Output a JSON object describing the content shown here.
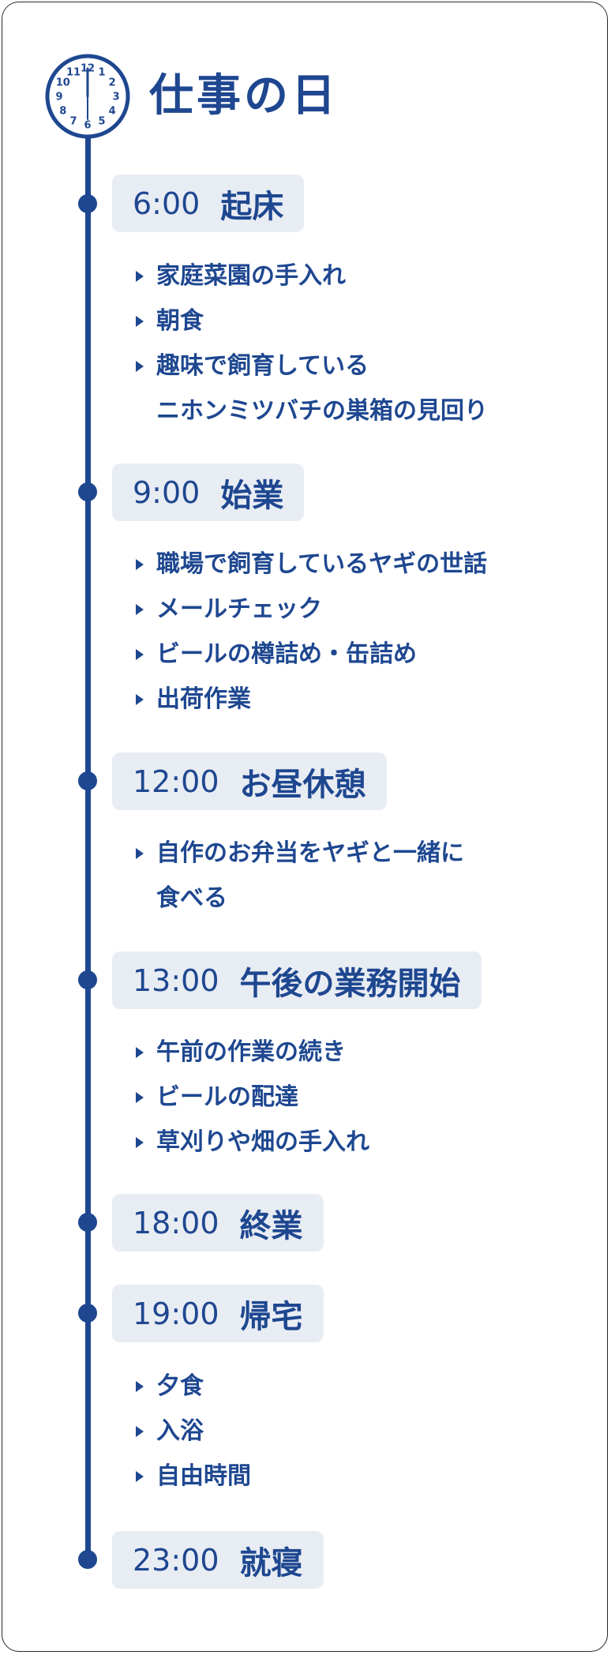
{
  "header": {
    "title": "仕事の日"
  },
  "clock": {
    "numbers": [
      "12",
      "1",
      "2",
      "3",
      "4",
      "5",
      "6",
      "7",
      "8",
      "9",
      "10",
      "11"
    ]
  },
  "schedule": [
    {
      "time": "6:00",
      "label": "起床",
      "items": [
        [
          "家庭菜園の手入れ"
        ],
        [
          "朝食"
        ],
        [
          "趣味で飼育している",
          "ニホンミツバチの巣箱の見回り"
        ]
      ]
    },
    {
      "time": "9:00",
      "label": "始業",
      "items": [
        [
          "職場で飼育しているヤギの世話"
        ],
        [
          "メールチェック"
        ],
        [
          "ビールの樽詰め・缶詰め"
        ],
        [
          "出荷作業"
        ]
      ]
    },
    {
      "time": "12:00",
      "label": "お昼休憩",
      "items": [
        [
          "自作のお弁当をヤギと一緒に",
          "食べる"
        ]
      ]
    },
    {
      "time": "13:00",
      "label": "午後の業務開始",
      "items": [
        [
          "午前の作業の続き"
        ],
        [
          "ビールの配達"
        ],
        [
          "草刈りや畑の手入れ"
        ]
      ]
    },
    {
      "time": "18:00",
      "label": "終業",
      "items": []
    },
    {
      "time": "19:00",
      "label": "帰宅",
      "items": [
        [
          "夕食"
        ],
        [
          "入浴"
        ],
        [
          "自由時間"
        ]
      ]
    },
    {
      "time": "23:00",
      "label": "就寝",
      "items": []
    }
  ]
}
